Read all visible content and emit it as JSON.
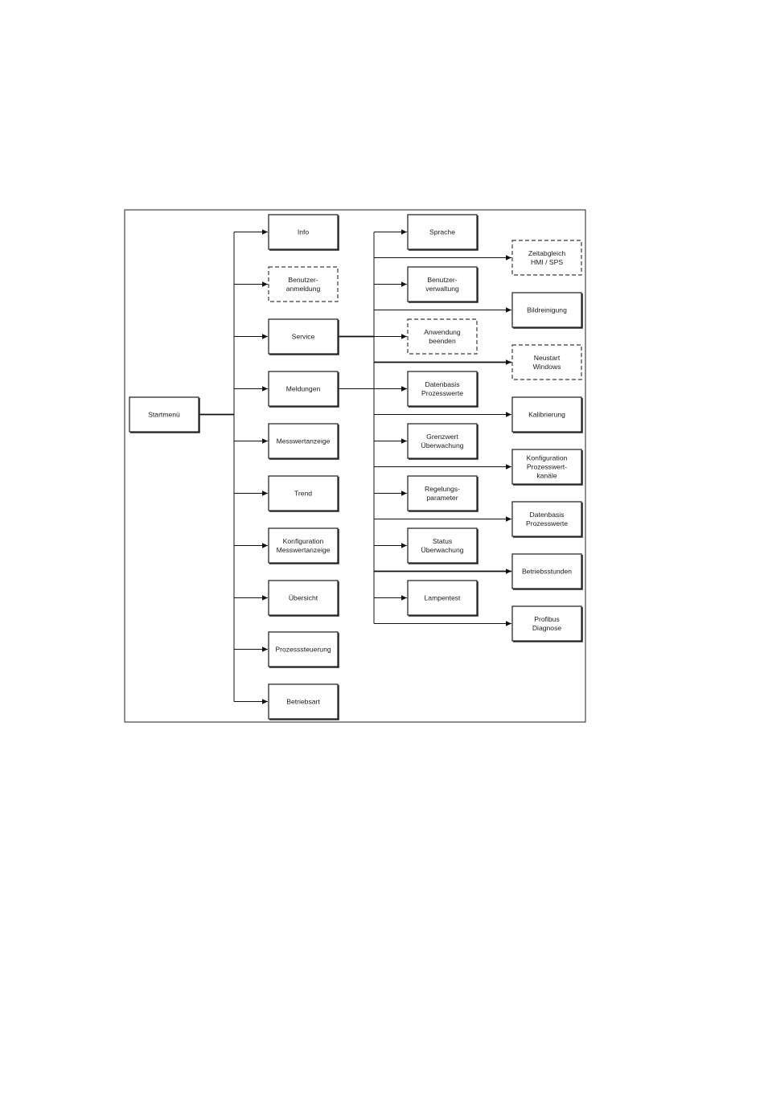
{
  "diagram": {
    "root": {
      "id": "startmenu",
      "lines": [
        "Startmenü"
      ],
      "style": "solid"
    },
    "level1": [
      {
        "id": "info",
        "lines": [
          "Info"
        ],
        "style": "solid"
      },
      {
        "id": "benutzeranmeldung",
        "lines": [
          "Benutzer-",
          "anmeldung"
        ],
        "style": "dashed"
      },
      {
        "id": "service",
        "lines": [
          "Service"
        ],
        "style": "solid"
      },
      {
        "id": "meldungen",
        "lines": [
          "Meldungen"
        ],
        "style": "solid"
      },
      {
        "id": "messwertanzeige",
        "lines": [
          "Messwertanzeige"
        ],
        "style": "solid"
      },
      {
        "id": "trend",
        "lines": [
          "Trend"
        ],
        "style": "solid"
      },
      {
        "id": "konfiguration-messwertanzeige",
        "lines": [
          "Konfiguration",
          "Messwertanzeige"
        ],
        "style": "solid"
      },
      {
        "id": "uebersicht",
        "lines": [
          "Übersicht"
        ],
        "style": "solid"
      },
      {
        "id": "prozesssteuerung",
        "lines": [
          "Prozesssteuerung"
        ],
        "style": "solid"
      },
      {
        "id": "betriebsart",
        "lines": [
          "Betriebsart"
        ],
        "style": "solid"
      }
    ],
    "level2": [
      {
        "id": "sprache",
        "lines": [
          "Sprache"
        ],
        "style": "solid"
      },
      {
        "id": "benutzerverwaltung",
        "lines": [
          "Benutzer-",
          "verwaltung"
        ],
        "style": "solid"
      },
      {
        "id": "anwendung-beenden",
        "lines": [
          "Anwendung",
          "beenden"
        ],
        "style": "dashed"
      },
      {
        "id": "datenbasis-prozesswerte-1",
        "lines": [
          "Datenbasis",
          "Prozesswerte"
        ],
        "style": "solid"
      },
      {
        "id": "grenzwert-ueberwachung",
        "lines": [
          "Grenzwert",
          "Überwachung"
        ],
        "style": "solid"
      },
      {
        "id": "regelungsparameter",
        "lines": [
          "Regelungs-",
          "parameter"
        ],
        "style": "solid"
      },
      {
        "id": "status-ueberwachung",
        "lines": [
          "Status",
          "Überwachung"
        ],
        "style": "solid"
      },
      {
        "id": "lampentest",
        "lines": [
          "Lampentest"
        ],
        "style": "solid"
      }
    ],
    "level3": [
      {
        "id": "zeitabgleich",
        "lines": [
          "Zeitabgleich",
          "HMI / SPS"
        ],
        "style": "dashed"
      },
      {
        "id": "bildreinigung",
        "lines": [
          "Bildreinigung"
        ],
        "style": "solid"
      },
      {
        "id": "neustart-windows",
        "lines": [
          "Neustart",
          "Windows"
        ],
        "style": "dashed"
      },
      {
        "id": "kalibrierung",
        "lines": [
          "Kalibrierung"
        ],
        "style": "solid"
      },
      {
        "id": "konfiguration-prozesswertkanaele",
        "lines": [
          "Konfiguration",
          "Prozesswert-",
          "kanäle"
        ],
        "style": "solid"
      },
      {
        "id": "datenbasis-prozesswerte-2",
        "lines": [
          "Datenbasis",
          "Prozesswerte"
        ],
        "style": "solid"
      },
      {
        "id": "betriebsstunden",
        "lines": [
          "Betriebsstunden"
        ],
        "style": "solid"
      },
      {
        "id": "profibus-diagnose",
        "lines": [
          "Profibus",
          "Diagnose"
        ],
        "style": "solid"
      }
    ]
  }
}
